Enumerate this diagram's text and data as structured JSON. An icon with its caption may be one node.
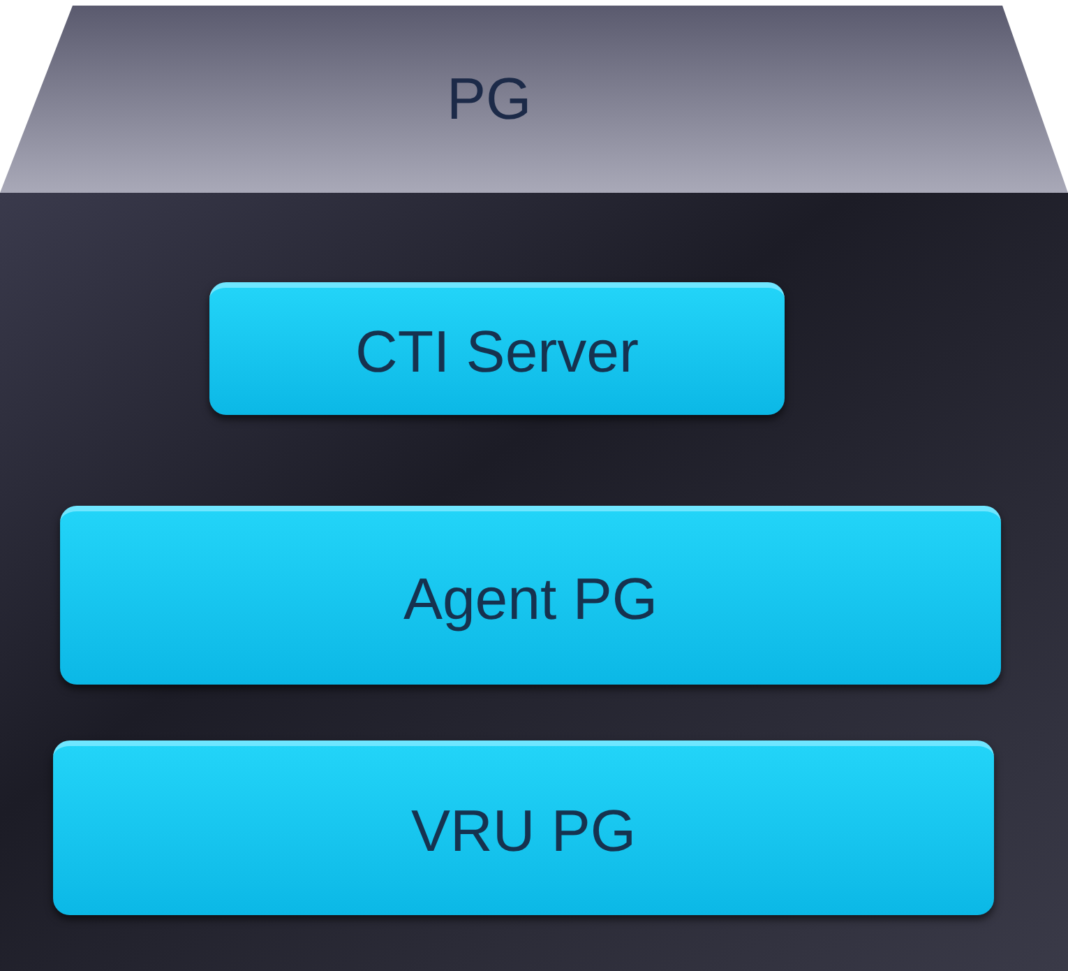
{
  "diagram": {
    "nodes": [
      {
        "text": [
          "PG"
        ]
      },
      {
        "text": [
          "CTI Server"
        ],
        "in": 0
      },
      {
        "text": [
          "Agent PG"
        ],
        "in": 0
      },
      {
        "text": [
          "VRU PG"
        ],
        "in": 0
      }
    ]
  }
}
